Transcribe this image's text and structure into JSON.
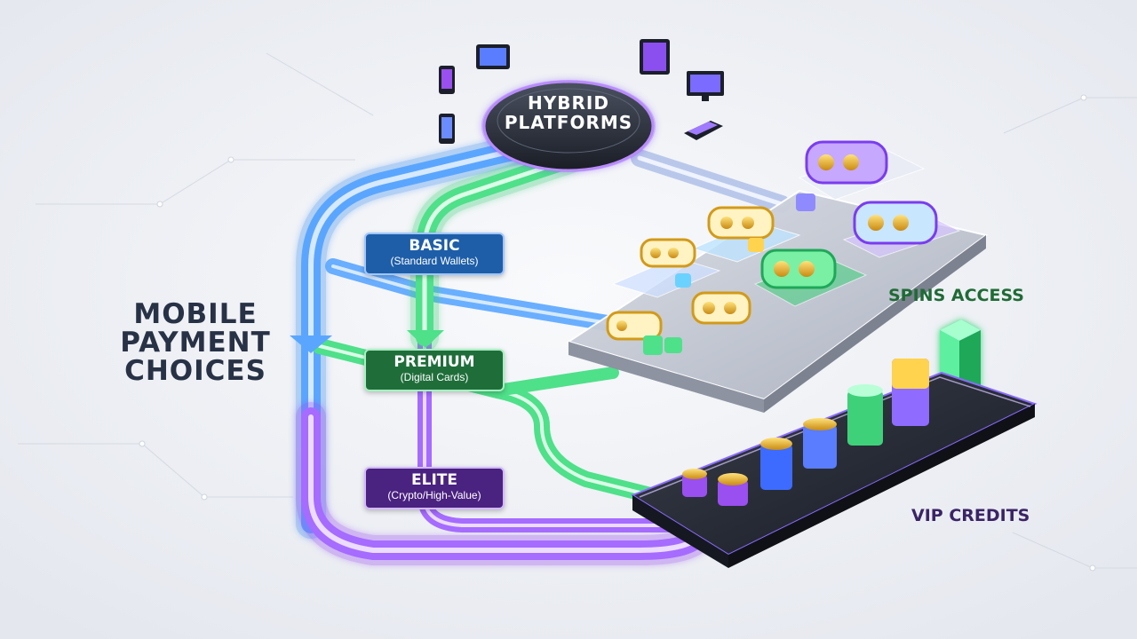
{
  "diagram": {
    "title_lines": [
      "MOBILE",
      "PAYMENT",
      "CHOICES"
    ],
    "hub": {
      "line1": "HYBRID",
      "line2": "PLATFORMS"
    },
    "tiers": [
      {
        "label": "BASIC",
        "sub": "(Standard Wallets)",
        "color": "#1e5ea8"
      },
      {
        "label": "PREMIUM",
        "sub": "(Digital Cards)",
        "color": "#1f6e3a"
      },
      {
        "label": "ELITE",
        "sub": "(Crypto/High-Value)",
        "color": "#4a2280"
      }
    ],
    "outputs": {
      "spins": {
        "label": "SPINS ACCESS",
        "color": "#1f6b35"
      },
      "vip": {
        "label": "VIP CREDITS",
        "color": "#3a2466"
      }
    },
    "colors": {
      "blue": "#3d8ef0",
      "green": "#3fd17a",
      "purple": "#9a4ff0",
      "title": "#283246"
    }
  }
}
